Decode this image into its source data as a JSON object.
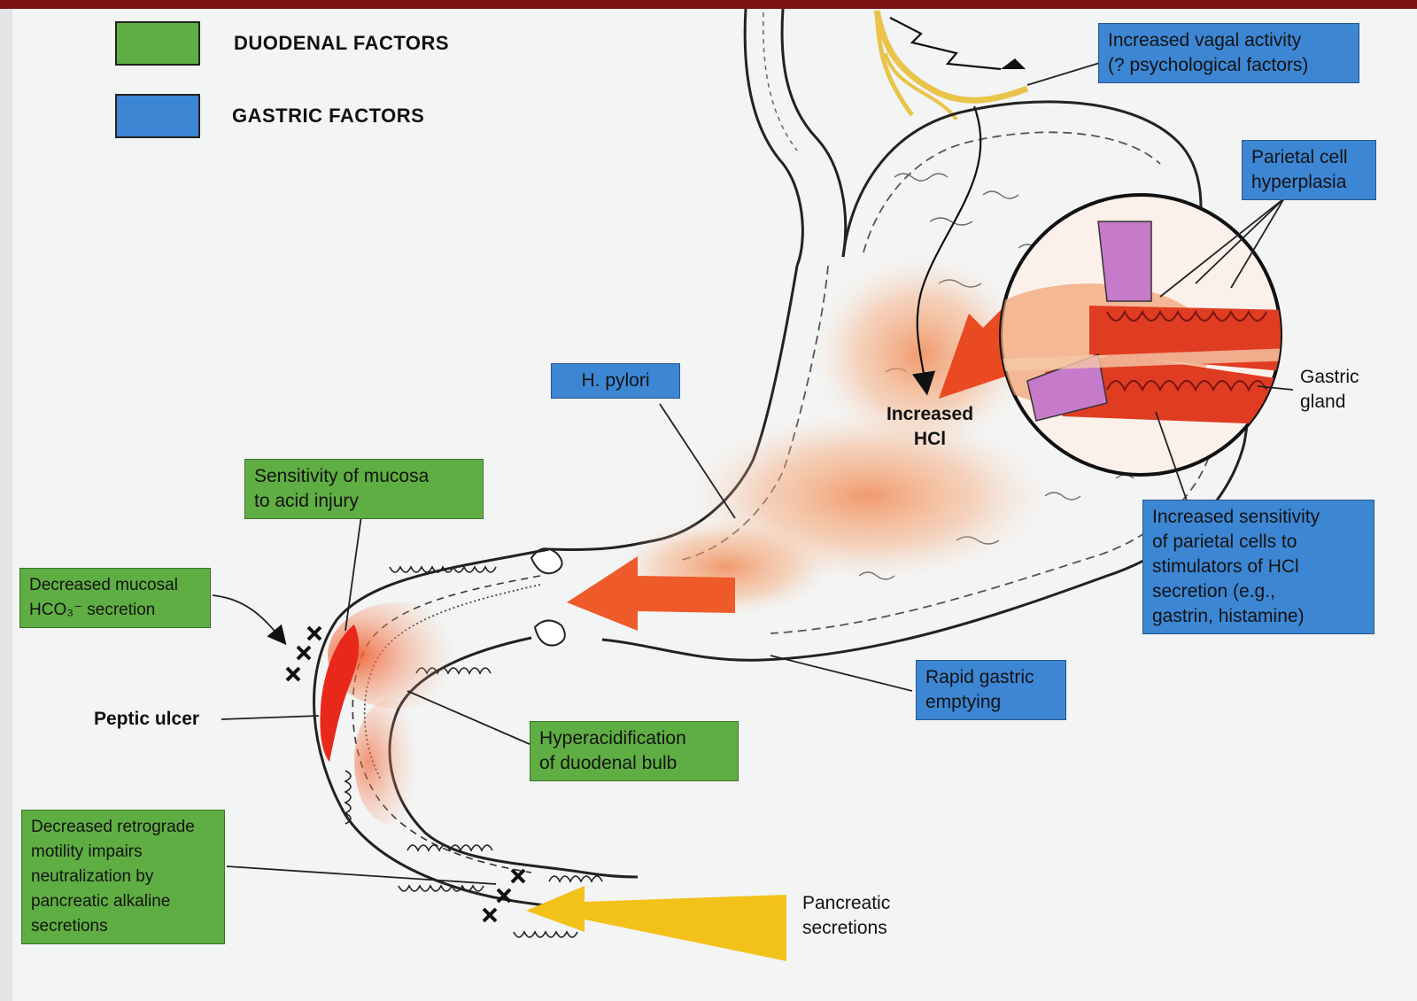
{
  "legend": {
    "duodenal": {
      "label": "DUODENAL FACTORS",
      "color": "#5fae43"
    },
    "gastric": {
      "label": "GASTRIC FACTORS",
      "color": "#3d86d4"
    }
  },
  "labels": {
    "vagal": [
      "Increased vagal activity",
      "(? psychological factors)"
    ],
    "parietal_hyperplasia": [
      "Parietal cell",
      "hyperplasia"
    ],
    "gastric_gland": [
      "Gastric",
      "gland"
    ],
    "increased_hcl": [
      "Increased",
      "HCl"
    ],
    "h_pylori": "H. pylori",
    "sensitivity_mucosa": [
      "Sensitivity of mucosa",
      "to acid injury"
    ],
    "decreased_hco3": [
      "Decreased mucosal",
      "HCO₃⁻ secretion"
    ],
    "peptic_ulcer": "Peptic ulcer",
    "hyperacidification": [
      "Hyperacidification",
      "of duodenal bulb"
    ],
    "rapid_emptying": [
      "Rapid gastric",
      "emptying"
    ],
    "parietal_sensitivity": [
      "Increased sensitivity",
      "of parietal cells to",
      "stimulators of HCl",
      "secretion (e.g.,",
      "gastrin, histamine)"
    ],
    "retrograde": [
      "Decreased retrograde",
      "motility impairs",
      "neutralization by",
      "pancreatic alkaline",
      "secretions"
    ],
    "pancreatic": [
      "Pancreatic",
      "secretions"
    ]
  },
  "colors": {
    "gastric_factor": "#3d86d4",
    "duodenal_factor": "#5fae43",
    "acid": "#ee5a2a",
    "pancreatic": "#f2c21a",
    "ulcer": "#e8281a",
    "parietal_cell": "#c57bc9",
    "background": "#f3f4f4"
  }
}
